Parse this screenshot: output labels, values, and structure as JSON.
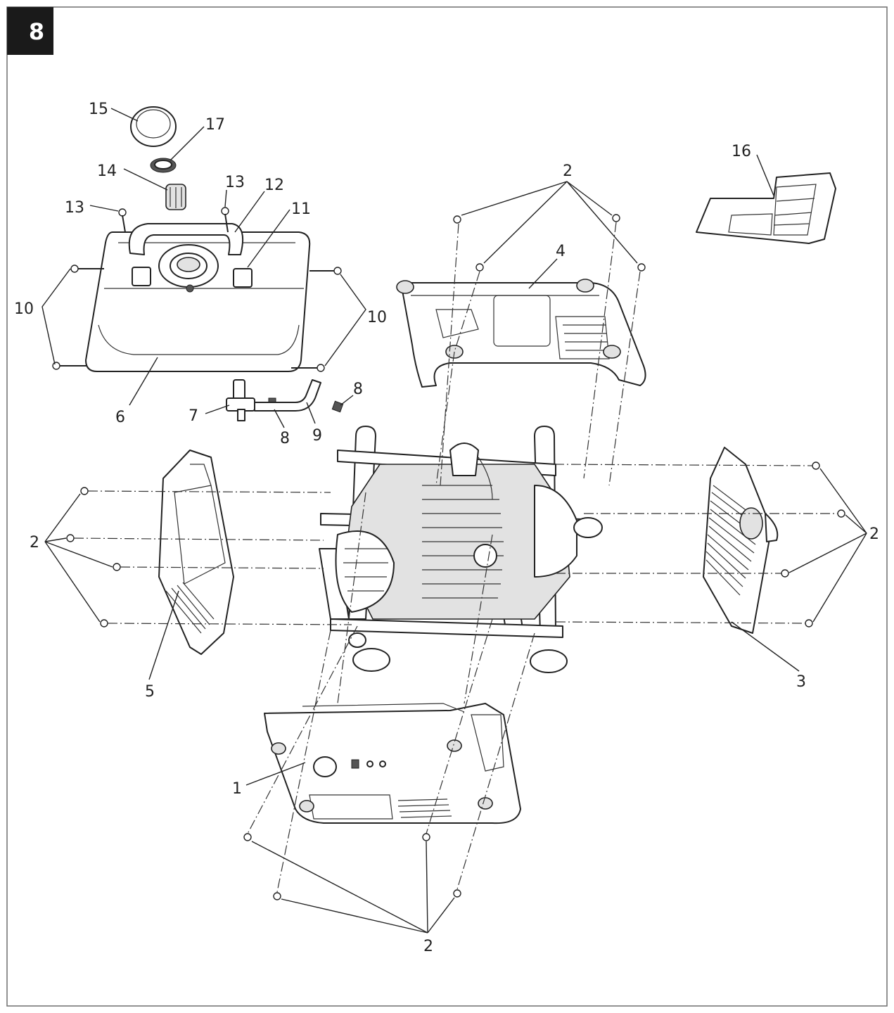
{
  "figure_number": "8",
  "callouts": {
    "c1": "1",
    "c2_top": "2",
    "c2_left": "2",
    "c2_right": "2",
    "c2_bottom": "2",
    "c3": "3",
    "c4": "4",
    "c5": "5",
    "c6": "6",
    "c7": "7",
    "c8_a": "8",
    "c8_b": "8",
    "c9": "9",
    "c10_left": "10",
    "c10_right": "10",
    "c11": "11",
    "c12": "12",
    "c13_a": "13",
    "c13_b": "13",
    "c14": "14",
    "c15": "15",
    "c16": "16",
    "c17": "17"
  },
  "colors": {
    "badge": "#1a1a1a",
    "line": "#222222",
    "frame": "#6e6e6e"
  }
}
